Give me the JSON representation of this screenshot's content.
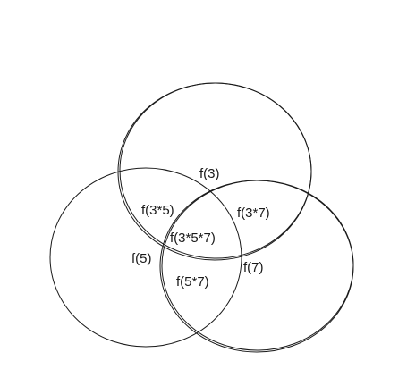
{
  "diagram": {
    "stroke_color": "#1a1a1a",
    "labels": {
      "f3": "f(3)",
      "f5": "f(5)",
      "f7": "f(7)",
      "f3x5": "f(3*5)",
      "f3x7": "f(3*7)",
      "f5x7": "f(5*7)",
      "f3x5x7": "f(3*5*7)"
    }
  }
}
